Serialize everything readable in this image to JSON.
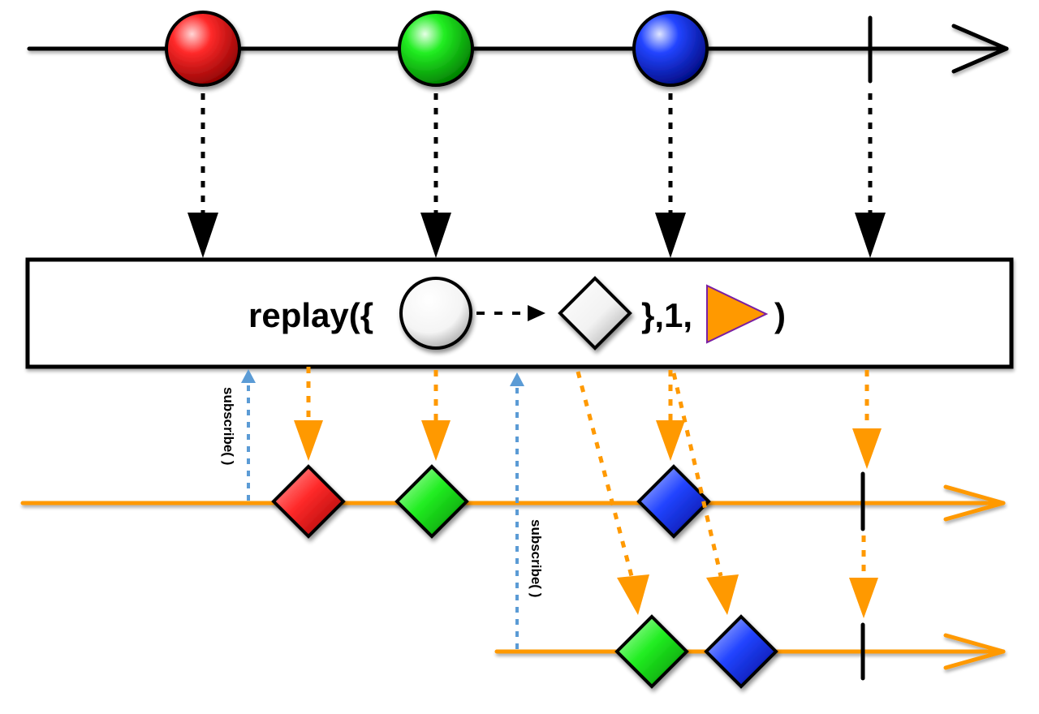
{
  "operator": {
    "prefix": "replay({",
    "middle": "},1,",
    "suffix": ")"
  },
  "subscribe_label": "subscribe( )",
  "source_items": [
    "red",
    "green",
    "blue"
  ],
  "first_subscriber_items": [
    "red",
    "green",
    "blue"
  ],
  "second_subscriber_items": [
    "green",
    "blue"
  ],
  "colors": {
    "red": "#ff2020",
    "green": "#22ee22",
    "blue": "#2244ff",
    "orange": "#ff9900",
    "subscribe_blue": "#5b9bd5",
    "triangle_outline": "#7a1fa2"
  }
}
